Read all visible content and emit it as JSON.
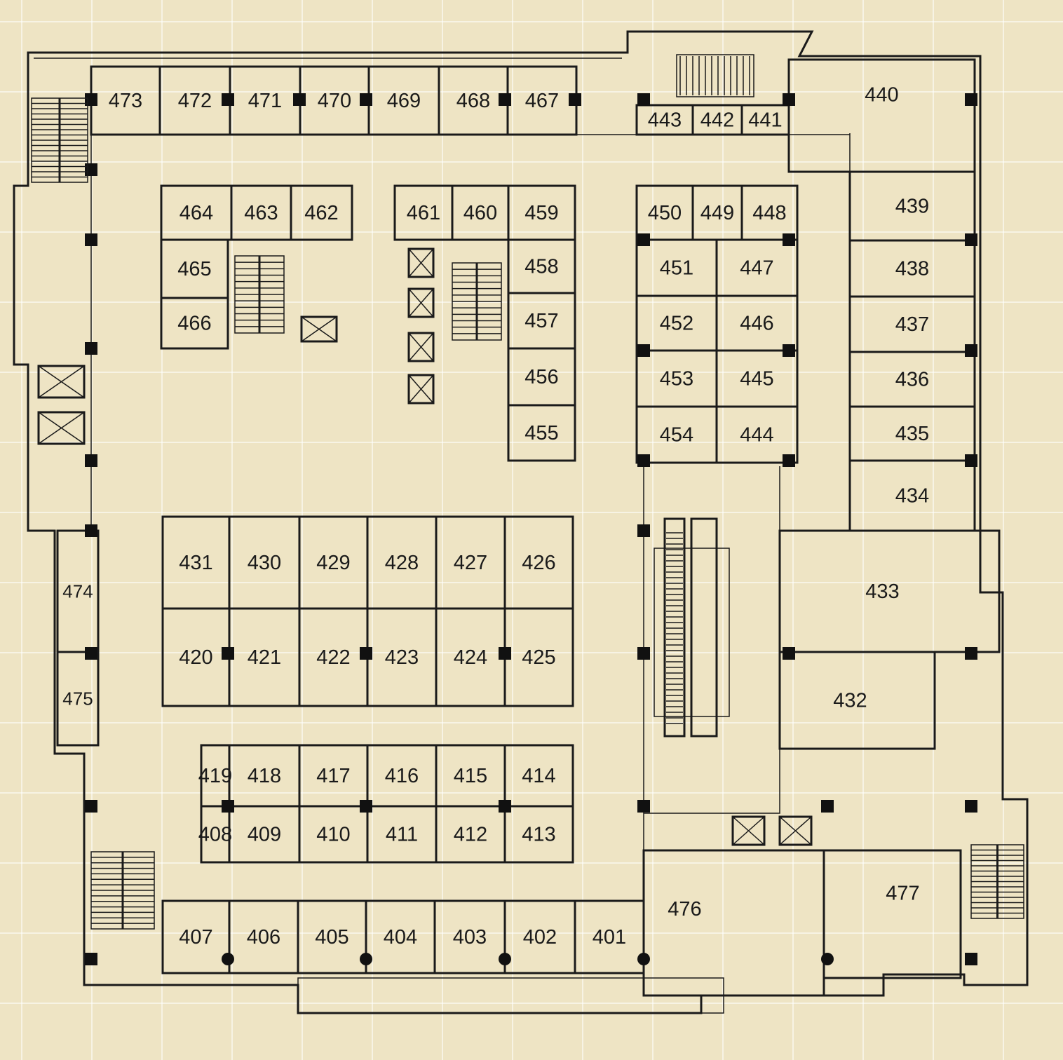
{
  "plan": {
    "rooms": [
      "473",
      "472",
      "471",
      "470",
      "469",
      "468",
      "467",
      "443",
      "442",
      "441",
      "440",
      "464",
      "463",
      "462",
      "465",
      "466",
      "461",
      "460",
      "459",
      "458",
      "457",
      "456",
      "455",
      "450",
      "449",
      "448",
      "451",
      "447",
      "452",
      "446",
      "453",
      "445",
      "454",
      "444",
      "439",
      "438",
      "437",
      "436",
      "435",
      "434",
      "433",
      "432",
      "431",
      "430",
      "429",
      "428",
      "427",
      "426",
      "420",
      "421",
      "422",
      "423",
      "424",
      "425",
      "419",
      "418",
      "417",
      "416",
      "415",
      "414",
      "408",
      "409",
      "410",
      "411",
      "412",
      "413",
      "407",
      "406",
      "405",
      "404",
      "403",
      "402",
      "401",
      "476",
      "477",
      "474",
      "475"
    ]
  }
}
